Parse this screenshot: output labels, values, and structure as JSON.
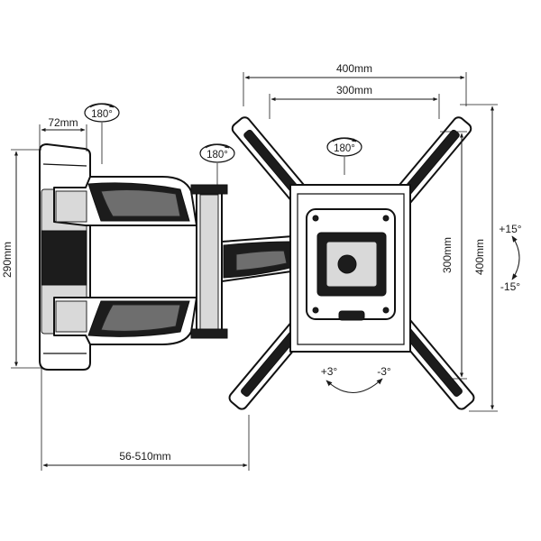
{
  "dimensions": {
    "wall_width": "72mm",
    "wall_height": "290mm",
    "extension": "56-510mm",
    "vesa_horizontal_outer": "400mm",
    "vesa_horizontal_inner": "300mm",
    "vesa_vertical_inner": "300mm",
    "vesa_vertical_outer": "400mm"
  },
  "rotations": {
    "wall_arm": "180°",
    "elbow": "180°",
    "head": "180°"
  },
  "tilt": {
    "up": "+15°",
    "down": "-15°"
  },
  "level": {
    "plus": "+3°",
    "minus": "-3°"
  }
}
